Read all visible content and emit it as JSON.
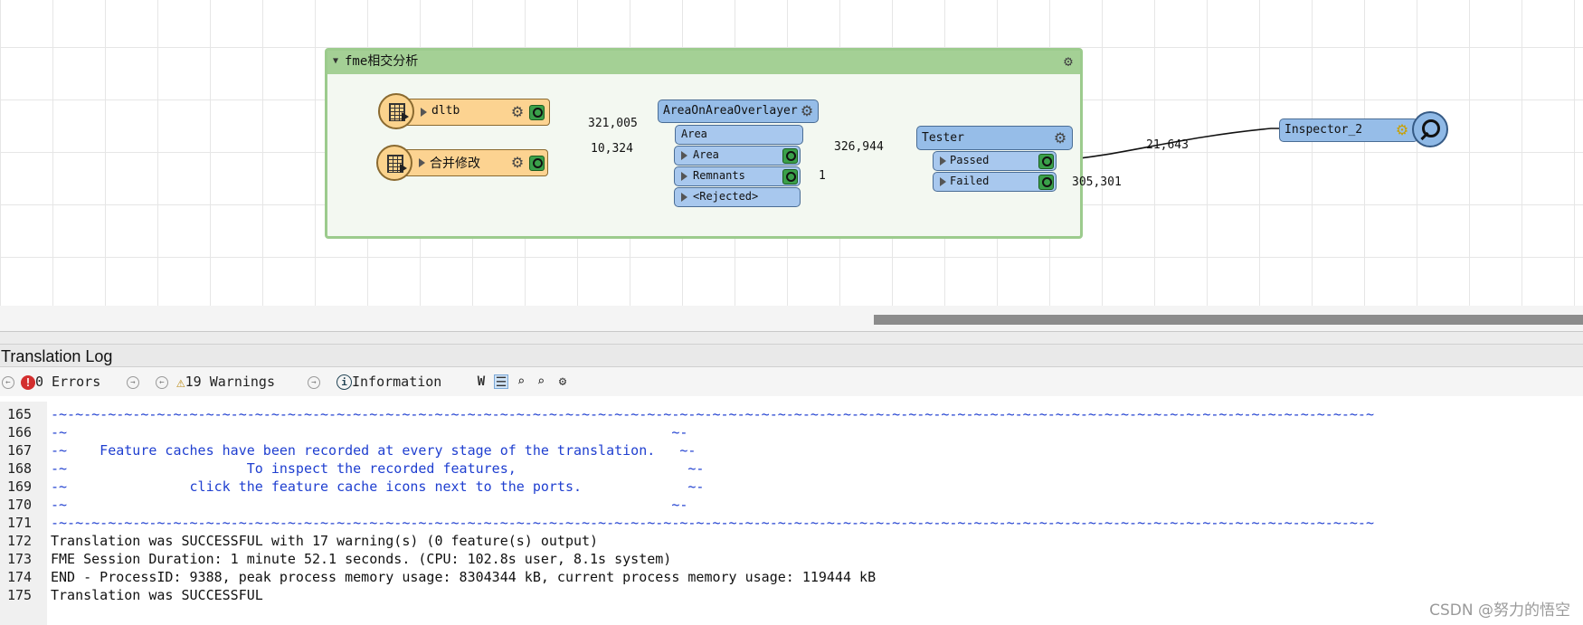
{
  "workspace": {
    "bookmark": {
      "title": "fme相交分析"
    },
    "readers": [
      {
        "name": "dltb",
        "count": "321,005"
      },
      {
        "name": "合并修改",
        "count": "10,324"
      }
    ],
    "overlayer": {
      "name": "AreaOnAreaOverlayer",
      "input_port": "Area",
      "outputs": [
        "Area",
        "Remnants",
        "<Rejected>"
      ],
      "area_count": "326,944",
      "remnants_count": "1"
    },
    "tester": {
      "name": "Tester",
      "outputs": [
        "Passed",
        "Failed"
      ],
      "passed_count": "21,643",
      "failed_count": "305,301"
    },
    "inspector": {
      "name": "Inspector_2"
    }
  },
  "log": {
    "title": "Translation Log",
    "toolbar": {
      "errors": "0 Errors",
      "warnings": "19 Warnings",
      "information": "Information"
    },
    "lines": [
      {
        "n": "165",
        "t": "-~-~-~-~-~-~-~-~-~-~-~-~-~-~-~-~-~-~-~-~-~-~-~-~-~-~-~-~-~-~-~-~-~-~-~-~-~-~-~-~-~-~-~-~-~-~-~-~-~-~-~-~-~-~-~-~-~-~-~-~-~-~-~-~-~-~-~-~-~-~-~-~-~-~-~-~-~-~-~-~-~",
        "c": "#1f3fd0"
      },
      {
        "n": "166",
        "t": "-~                                                                          ~-",
        "c": "#1f3fd0"
      },
      {
        "n": "167",
        "t": "-~    Feature caches have been recorded at every stage of the translation.   ~-",
        "c": "#1f3fd0"
      },
      {
        "n": "168",
        "t": "-~                      To inspect the recorded features,                     ~-",
        "c": "#1f3fd0"
      },
      {
        "n": "169",
        "t": "-~               click the feature cache icons next to the ports.             ~-",
        "c": "#1f3fd0"
      },
      {
        "n": "170",
        "t": "-~                                                                          ~-",
        "c": "#1f3fd0"
      },
      {
        "n": "171",
        "t": "-~-~-~-~-~-~-~-~-~-~-~-~-~-~-~-~-~-~-~-~-~-~-~-~-~-~-~-~-~-~-~-~-~-~-~-~-~-~-~-~-~-~-~-~-~-~-~-~-~-~-~-~-~-~-~-~-~-~-~-~-~-~-~-~-~-~-~-~-~-~-~-~-~-~-~-~-~-~-~-~-~",
        "c": "#1f3fd0"
      },
      {
        "n": "172",
        "t": "Translation was SUCCESSFUL with 17 warning(s) (0 feature(s) output)",
        "c": "#111111"
      },
      {
        "n": "173",
        "t": "FME Session Duration: 1 minute 52.1 seconds. (CPU: 102.8s user, 8.1s system)",
        "c": "#111111"
      },
      {
        "n": "174",
        "t": "END - ProcessID: 9388, peak process memory usage: 8304344 kB, current process memory usage: 119444 kB",
        "c": "#111111"
      },
      {
        "n": "175",
        "t": "Translation was SUCCESSFUL",
        "c": "#111111"
      }
    ]
  },
  "watermark": "CSDN @努力的悟空"
}
